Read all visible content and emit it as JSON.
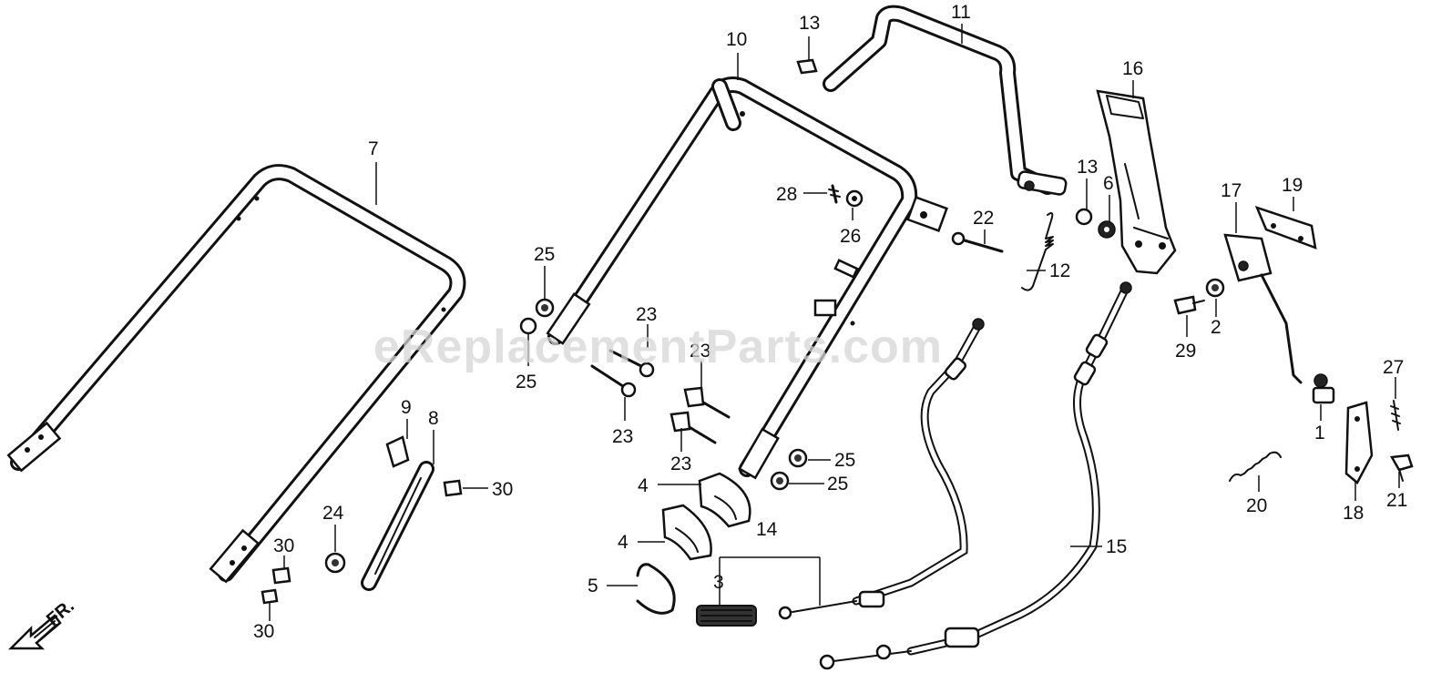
{
  "watermark": "eReplacementParts.com",
  "direction_label": "FR.",
  "callouts": {
    "c1": "1",
    "c2": "2",
    "c3": "3",
    "c4a": "4",
    "c4b": "4",
    "c5": "5",
    "c6": "6",
    "c7": "7",
    "c8": "8",
    "c9": "9",
    "c10": "10",
    "c11": "11",
    "c12": "12",
    "c13a": "13",
    "c13b": "13",
    "c14": "14",
    "c15": "15",
    "c16": "16",
    "c17": "17",
    "c18": "18",
    "c19": "19",
    "c20": "20",
    "c21": "21",
    "c22": "22",
    "c23a": "23",
    "c23b": "23",
    "c23c": "23",
    "c23d": "23",
    "c24": "24",
    "c25a": "25",
    "c25b": "25",
    "c25c": "25",
    "c25d": "25",
    "c26": "26",
    "c27": "27",
    "c28": "28",
    "c29": "29",
    "c30a": "30",
    "c30b": "30",
    "c30c": "30"
  }
}
